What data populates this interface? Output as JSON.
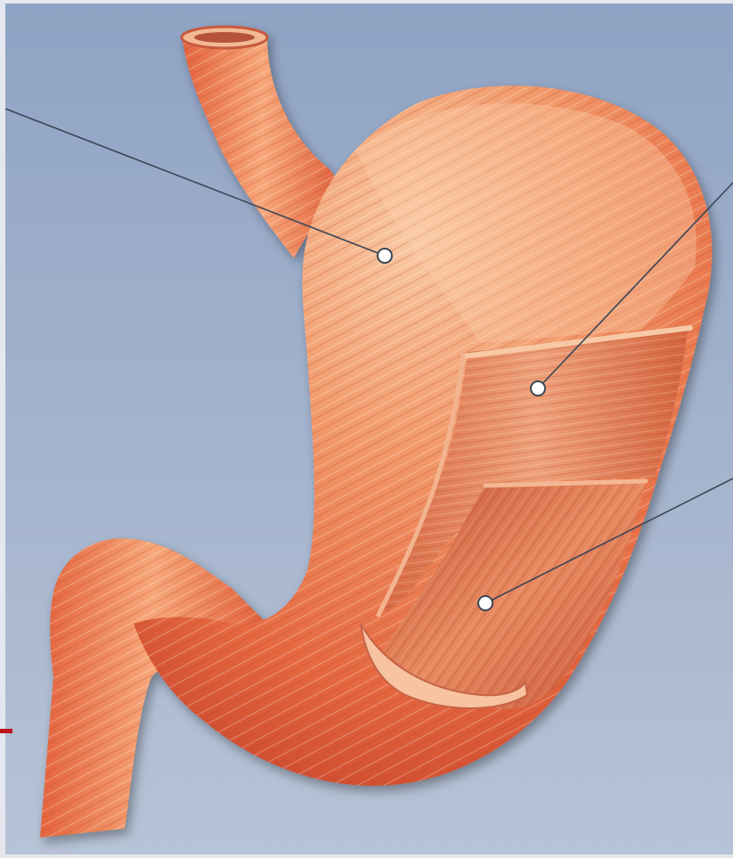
{
  "figure": {
    "subject": "stomach-muscle-layers",
    "colors": {
      "background_top": "#8fa3c4",
      "background_bottom": "#b7c3d6",
      "frame": "#e4e7ed",
      "muscle_light": "#f6b98f",
      "muscle_mid": "#ee8a5a",
      "muscle_dark": "#d4573a",
      "muscle_shadow": "#b83c2a",
      "leader_line": "#3b4656",
      "marker_fill": "#ffffff",
      "accent_bar": "#c0141c"
    },
    "layers": [
      {
        "id": "outer-longitudinal-layer"
      },
      {
        "id": "middle-circular-layer"
      },
      {
        "id": "inner-oblique-layer"
      }
    ],
    "callouts": [
      {
        "id": "callout-outer"
      },
      {
        "id": "callout-middle"
      },
      {
        "id": "callout-inner"
      }
    ]
  }
}
